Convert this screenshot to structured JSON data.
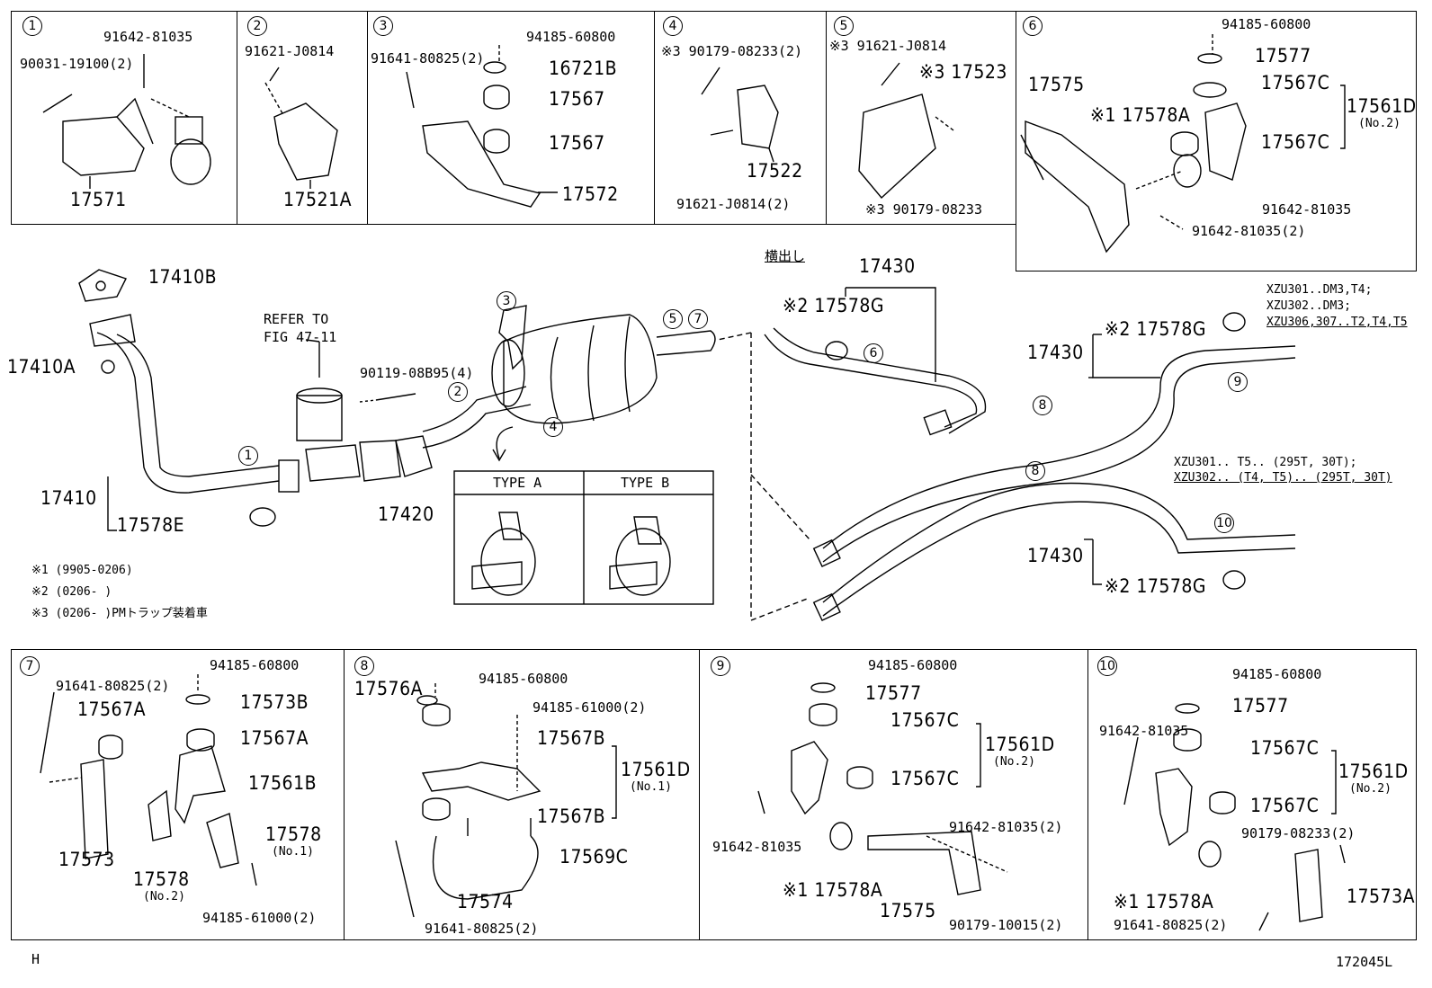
{
  "panels": [
    {
      "n": "1",
      "parts": [
        "91642-81035",
        "90031-19100(2)",
        "17571"
      ]
    },
    {
      "n": "2",
      "parts": [
        "91621-J0814",
        "17521A"
      ]
    },
    {
      "n": "3",
      "parts": [
        "94185-60800",
        "91641-80825(2)",
        "16721B",
        "17567",
        "17567",
        "17572"
      ]
    },
    {
      "n": "4",
      "parts": [
        "※3 90179-08233(2)",
        "17522",
        "91621-J0814(2)"
      ]
    },
    {
      "n": "5",
      "parts": [
        "※3 91621-J0814",
        "※3 17523",
        "※3 90179-08233"
      ]
    },
    {
      "n": "6",
      "parts": [
        "94185-60800",
        "17577",
        "17575",
        "17567C",
        "17561D",
        "(No.2)",
        "※1 17578A",
        "17567C",
        "91642-81035",
        "91642-81035(2)"
      ]
    }
  ],
  "main": {
    "labels": {
      "p17410B": "17410B",
      "p17410A": "17410A",
      "p17410": "17410",
      "p17578E": "17578E",
      "refer1": "REFER TO",
      "refer2": "FIG 47-11",
      "p90119": "90119-08B95(4)",
      "p17420": "17420",
      "yokodashi": "横出し",
      "p17430a": "17430",
      "p17578Ga": "※2 17578G",
      "p17430b": "17430",
      "p17578Gb": "※2 17578G",
      "p17430c": "17430",
      "p17578Gc": "※2 17578G",
      "typeA": "TYPE A",
      "typeB": "TYPE B"
    },
    "apps1": [
      "XZU301..DM3,T4;",
      "XZU302..DM3;",
      "XZU306,307..T2,T4,T5"
    ],
    "apps2": [
      "XZU301.. T5.. (295T, 30T);",
      "XZU302.. (T4, T5).. (295T, 30T)"
    ],
    "notes": [
      "※1 (9905-0206)",
      "※2 (0206-      )",
      "※3 (0206-      )PMトラップ装着車"
    ],
    "circles": [
      "1",
      "2",
      "3",
      "4",
      "5",
      "7",
      "6",
      "8",
      "8",
      "9",
      "10"
    ]
  },
  "bottom_panels": [
    {
      "n": "7",
      "parts": [
        "94185-60800",
        "91641-80825(2)",
        "17573B",
        "17567A",
        "17567A",
        "17561B",
        "17573",
        "17578",
        "(No.1)",
        "17578",
        "(No.2)",
        "94185-61000(2)"
      ]
    },
    {
      "n": "8",
      "parts": [
        "17576A",
        "94185-60800",
        "94185-61000(2)",
        "17567B",
        "17561D",
        "(No.1)",
        "17567B",
        "17569C",
        "17574",
        "91641-80825(2)"
      ]
    },
    {
      "n": "9",
      "parts": [
        "94185-60800",
        "17577",
        "17567C",
        "17561D",
        "(No.2)",
        "17567C",
        "91642-81035",
        "91642-81035(2)",
        "※1 17578A",
        "17575",
        "90179-10015(2)"
      ]
    },
    {
      "n": "10",
      "parts": [
        "94185-60800",
        "17577",
        "91642-81035",
        "17567C",
        "17561D",
        "(No.2)",
        "17567C",
        "90179-08233(2)",
        "※1 17578A",
        "17573A",
        "91641-80825(2)"
      ]
    }
  ],
  "footer": {
    "left": "H",
    "right": "172045L"
  }
}
